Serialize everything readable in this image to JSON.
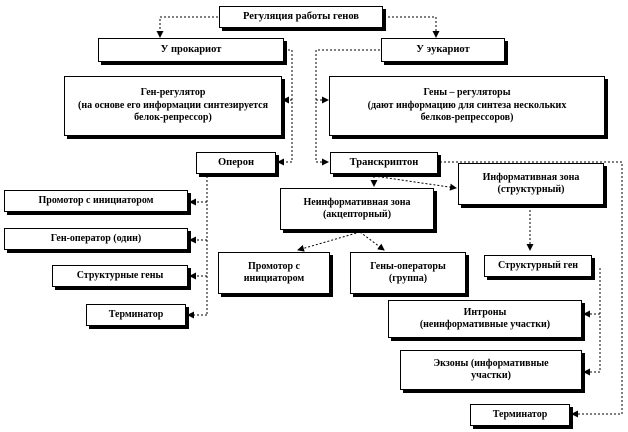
{
  "diagram": {
    "root": "Регуляция работы генов",
    "prokaryote": {
      "title": "У прокариот",
      "regulator": "Ген-регулятор\n(на основе его информации синтезируется\nбелок-репрессор)",
      "operon": "Оперон",
      "promoter": "Промотор с инициатором",
      "operator": "Ген-оператор (один)",
      "structural_genes": "Структурные гены",
      "terminator": "Терминатор"
    },
    "eukaryote": {
      "title": "У эукариот",
      "regulators": "Гены – регуляторы\n(дают информацию для синтеза нескольких\nбелков-репрессоров)",
      "transcripton": "Транскриптон",
      "noninfo_zone": "Неинформативная зона\n(акцепторный)",
      "info_zone": "Информативная зона\n(структурный)",
      "promoter": "Промотор с\nинициатором",
      "operators": "Гены-операторы\n(группа)",
      "structural_gene": "Структурный ген",
      "introns": "Интроны\n(неинформативные участки)",
      "exons": "Экзоны (информативные\nучастки)",
      "terminator": "Терминатор"
    }
  }
}
